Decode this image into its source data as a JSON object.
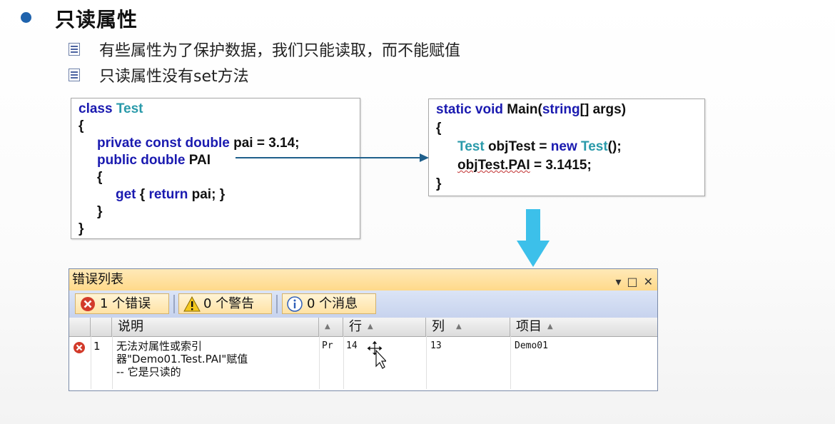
{
  "slide": {
    "title": "只读属性",
    "bullets": [
      "有些属性为了保护数据，我们只能读取，而不能赋值",
      "只读属性没有set方法"
    ]
  },
  "code_left": {
    "l1_kw": "class ",
    "l1_ty": "Test",
    "l2": "{",
    "l3_kw": "private const double ",
    "l3_rest": "pai = 3.14;",
    "l4_kw": "public double ",
    "l4_rest": "PAI",
    "l5": "{",
    "l6_kw1": "get",
    "l6_mid": " { ",
    "l6_kw2": "return",
    "l6_rest": " pai; }",
    "l7": "}",
    "l8": "}"
  },
  "code_right": {
    "l1_kw": "static void ",
    "l1_rest1": "Main(",
    "l1_kw2": "string",
    "l1_rest2": "[] args)",
    "l2": "{",
    "l3_ty": "Test",
    "l3_rest": " objTest = ",
    "l3_kw": "new ",
    "l3_ty2": "Test",
    "l3_end": "();",
    "l4_err": "objTest.PAI",
    "l4_rest": " = 3.1415;",
    "l5": "}"
  },
  "error_list": {
    "title": "错误列表",
    "window_buttons": [
      "▾",
      "□",
      "✕"
    ],
    "filters": {
      "errors": "1 个错误",
      "warnings": "0 个警告",
      "messages": "0 个消息"
    },
    "columns": {
      "description": "说明",
      "line": "行",
      "column": "列",
      "project": "项目"
    },
    "rows": [
      {
        "index": "1",
        "description": "无法对属性或索引\n器\"Demo01.Test.PAI\"赋值\n-- 它是只读的",
        "file": "Pr",
        "line": "14",
        "column": "13",
        "project": "Demo01"
      }
    ]
  },
  "colors": {
    "keyword": "#1a1ab0",
    "type": "#2a9aaa",
    "arrow": "#1f5f8b",
    "down_arrow": "#3cc0ea",
    "title_bullet": "#1f63ad",
    "error_red": "#d23a2a"
  }
}
